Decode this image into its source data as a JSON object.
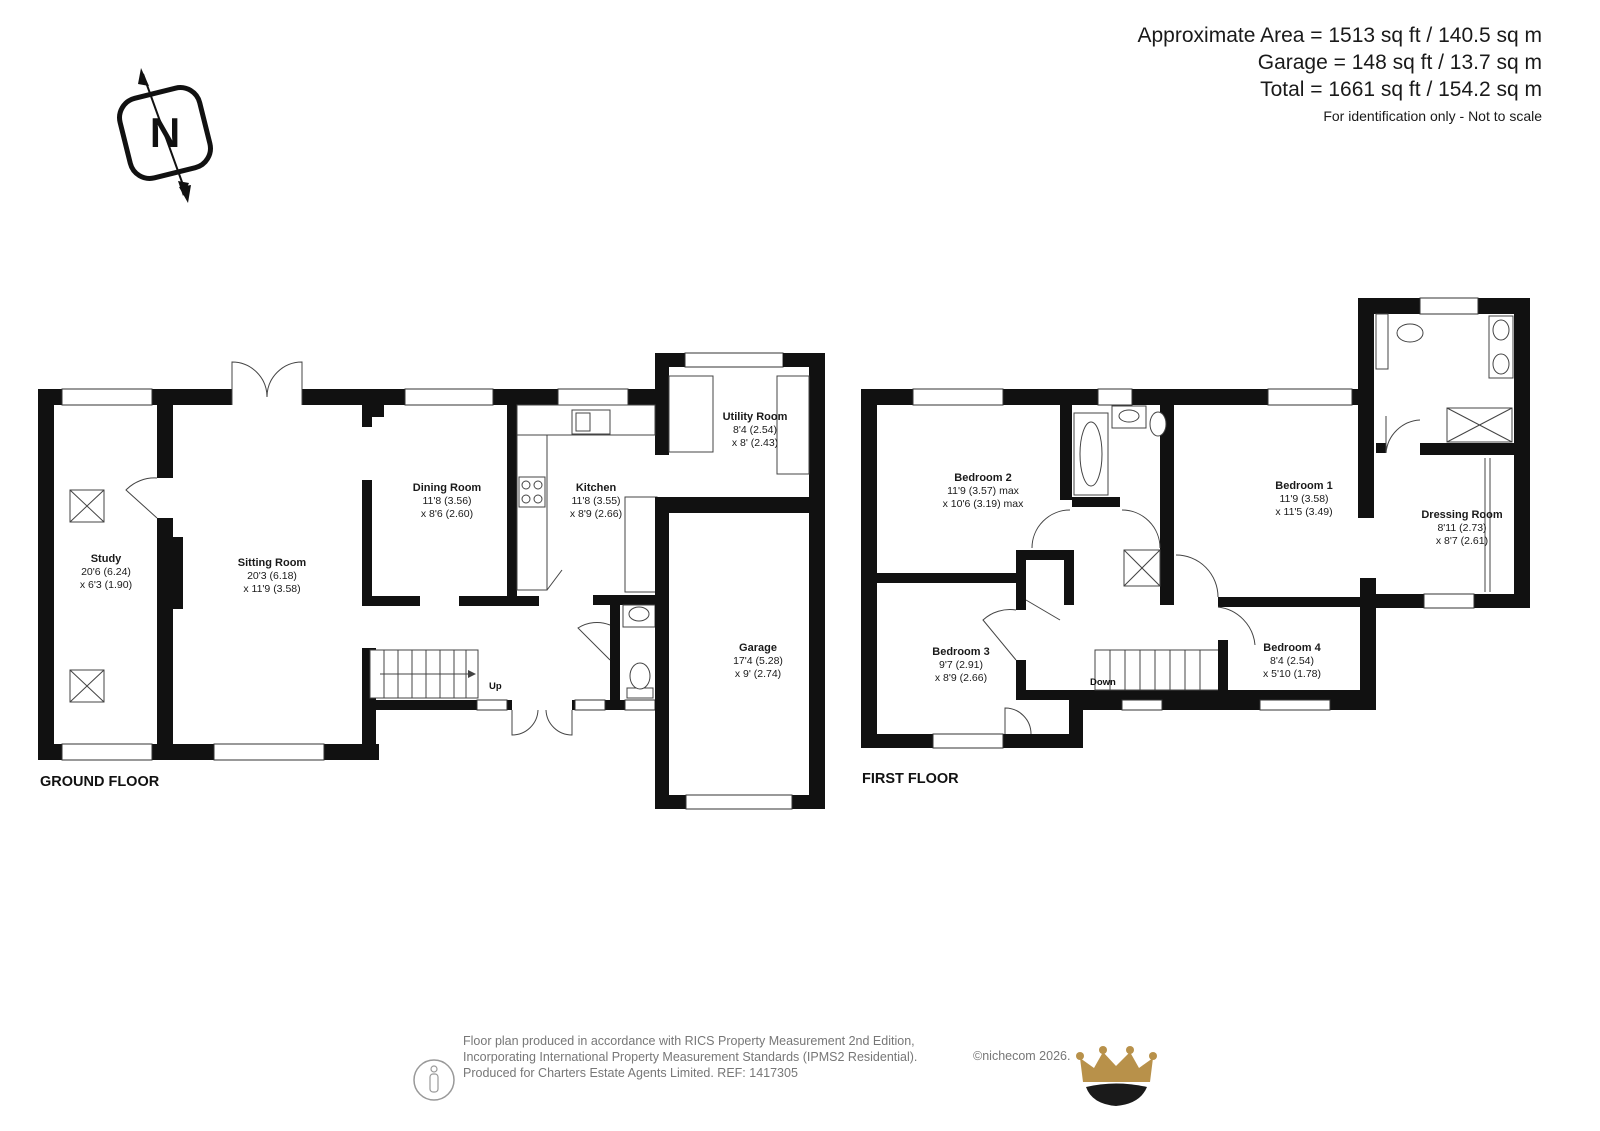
{
  "areas": {
    "approx": "Approximate Area = 1513 sq ft / 140.5 sq m",
    "garage": "Garage = 148 sq ft / 13.7 sq m",
    "total": "Total = 1661 sq ft / 154.2 sq m",
    "note": "For identification only - Not to scale"
  },
  "compass": {
    "letter": "N"
  },
  "floors": {
    "ground": "GROUND FLOOR",
    "first": "FIRST FLOOR"
  },
  "rooms": {
    "study": {
      "name": "Study",
      "dim1": "20'6 (6.24)",
      "dim2": "x 6'3 (1.90)"
    },
    "sitting": {
      "name": "Sitting Room",
      "dim1": "20'3 (6.18)",
      "dim2": "x 11'9 (3.58)"
    },
    "dining": {
      "name": "Dining Room",
      "dim1": "11'8 (3.56)",
      "dim2": "x 8'6 (2.60)"
    },
    "kitchen": {
      "name": "Kitchen",
      "dim1": "11'8 (3.55)",
      "dim2": "x 8'9 (2.66)"
    },
    "utility": {
      "name": "Utility Room",
      "dim1": "8'4 (2.54)",
      "dim2": "x 8' (2.43)"
    },
    "garage": {
      "name": "Garage",
      "dim1": "17'4 (5.28)",
      "dim2": "x 9' (2.74)"
    },
    "bedroom2": {
      "name": "Bedroom 2",
      "dim1": "11'9 (3.57) max",
      "dim2": "x 10'6 (3.19) max"
    },
    "bedroom1": {
      "name": "Bedroom 1",
      "dim1": "11'9 (3.58)",
      "dim2": "x 11'5 (3.49)"
    },
    "dressing": {
      "name": "Dressing Room",
      "dim1": "8'11 (2.73)",
      "dim2": "x 8'7 (2.61)"
    },
    "bedroom3": {
      "name": "Bedroom 3",
      "dim1": "9'7 (2.91)",
      "dim2": "x 8'9 (2.66)"
    },
    "bedroom4": {
      "name": "Bedroom 4",
      "dim1": "8'4 (2.54)",
      "dim2": "x 5'10 (1.78)"
    }
  },
  "stairs": {
    "up": "Up",
    "down": "Down"
  },
  "footer": {
    "line1": "Floor plan produced in accordance with RICS Property Measurement 2nd Edition,",
    "line2": "Incorporating International Property Measurement Standards (IPMS2 Residential).",
    "line3": "Produced for Charters Estate Agents Limited.   REF: 1417305",
    "copyright": "©nichecom 2026."
  },
  "colors": {
    "wall": "#111111",
    "logo_gold": "#b8914a",
    "logo_dark": "#1a1a1a"
  }
}
